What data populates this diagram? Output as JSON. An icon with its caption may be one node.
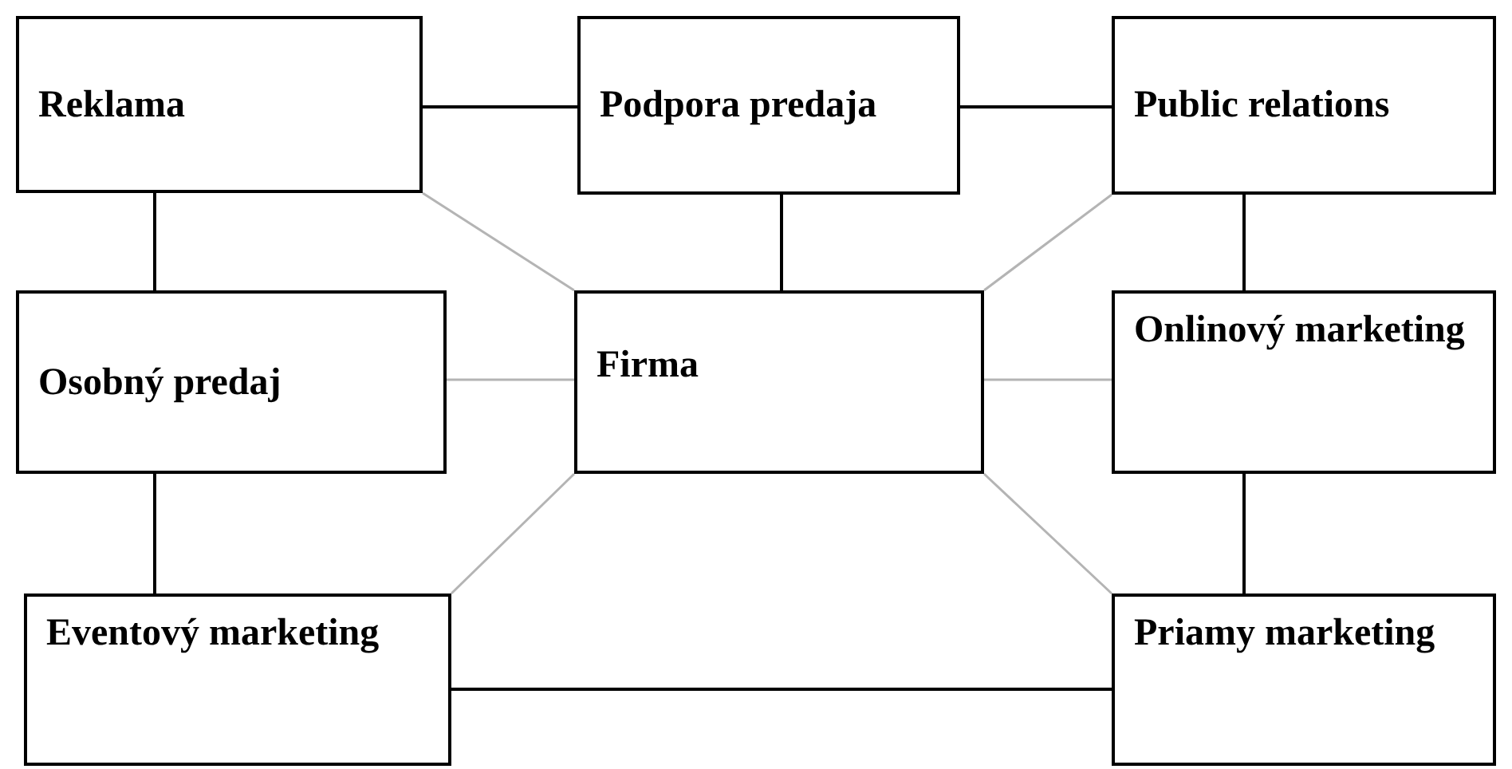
{
  "diagram": {
    "nodes": [
      {
        "text": [
          "Reklama"
        ]
      },
      {
        "text": [
          "Podpora predaja"
        ]
      },
      {
        "text": [
          "Public relations"
        ]
      },
      {
        "text": [
          "Osobný predaj"
        ]
      },
      {
        "text": [
          "Firma"
        ]
      },
      {
        "text": [
          "Onlinový marketing"
        ]
      },
      {
        "text": [
          "Eventový marketing"
        ]
      },
      {
        "text": [
          "Priamy marketing"
        ]
      }
    ],
    "edges": [
      {
        "from": 0,
        "to": 1,
        "arrow": "none"
      },
      {
        "from": 1,
        "to": 2,
        "arrow": "none"
      },
      {
        "from": 0,
        "to": 3,
        "arrow": "none"
      },
      {
        "from": 1,
        "to": 4,
        "arrow": "none"
      },
      {
        "from": 2,
        "to": 5,
        "arrow": "none"
      },
      {
        "from": 3,
        "to": 6,
        "arrow": "none"
      },
      {
        "from": 5,
        "to": 7,
        "arrow": "none"
      },
      {
        "from": 6,
        "to": 7,
        "arrow": "none"
      },
      {
        "from": 4,
        "to": 0,
        "arrow": "none",
        "color": "#b4b4b4"
      },
      {
        "from": 4,
        "to": 2,
        "arrow": "none",
        "color": "#b4b4b4"
      },
      {
        "from": 4,
        "to": 3,
        "arrow": "none",
        "color": "#b4b4b4"
      },
      {
        "from": 4,
        "to": 5,
        "arrow": "none",
        "color": "#b4b4b4"
      },
      {
        "from": 4,
        "to": 6,
        "arrow": "none",
        "color": "#b4b4b4"
      },
      {
        "from": 4,
        "to": 7,
        "arrow": "none",
        "color": "#b4b4b4"
      }
    ]
  }
}
